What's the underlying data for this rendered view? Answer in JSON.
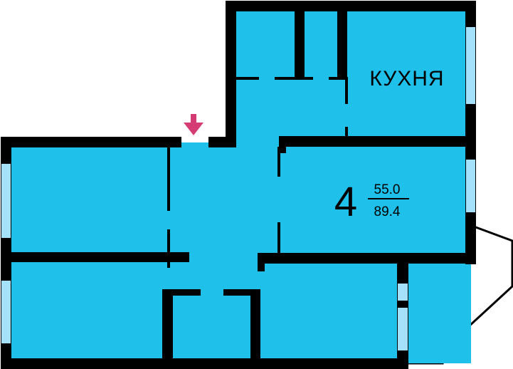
{
  "plan": {
    "kitchen_label": "КУХНЯ",
    "rooms_count": "4",
    "living_area": "55.0",
    "total_area": "89.4"
  },
  "colors": {
    "floor": "#1fc0ea",
    "wall": "#000000",
    "window": "#a6e1fb",
    "entrance_marker": "#d63c74",
    "background": "#ffffff"
  },
  "icons": {
    "entrance": "entrance-arrow-icon"
  }
}
